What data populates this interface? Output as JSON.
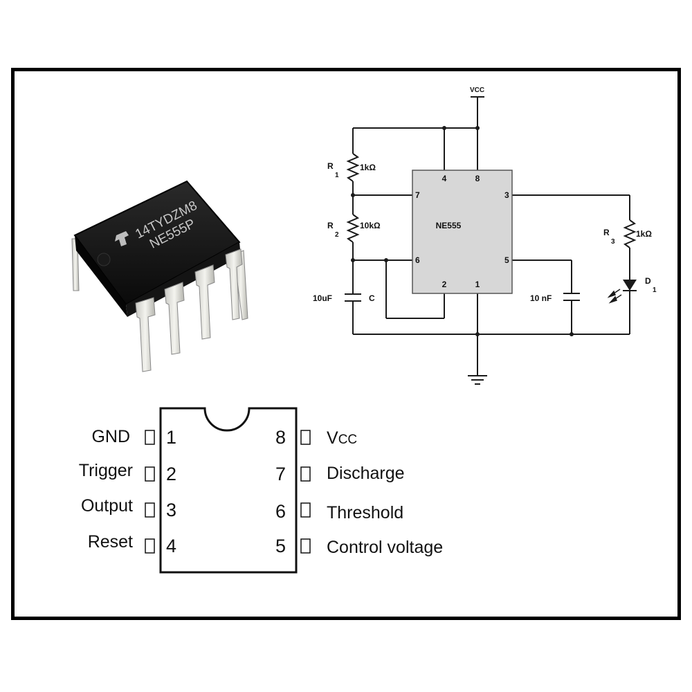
{
  "chip_photo": {
    "marking_line1": "14TYDZM8",
    "marking_line2": "NE555P"
  },
  "schematic": {
    "vcc_label": "VCC",
    "ic_label": "NE555",
    "pins": {
      "p4": "4",
      "p8": "8",
      "p7": "7",
      "p3": "3",
      "p6": "6",
      "p5": "5",
      "p2": "2",
      "p1": "1"
    },
    "r1": {
      "name": "R",
      "sub": "1",
      "value": "1kΩ"
    },
    "r2": {
      "name": "R",
      "sub": "2",
      "value": "10kΩ"
    },
    "r3": {
      "name": "R",
      "sub": "3",
      "value": "1kΩ"
    },
    "c1": {
      "value": "10uF",
      "name": "C"
    },
    "c2": {
      "value": "10 nF"
    },
    "d1": {
      "name": "D",
      "sub": "1"
    }
  },
  "pinout": {
    "left": [
      {
        "num": "1",
        "name": "GND"
      },
      {
        "num": "2",
        "name": "Trigger"
      },
      {
        "num": "3",
        "name": "Output"
      },
      {
        "num": "4",
        "name": "Reset"
      }
    ],
    "right": [
      {
        "num": "8",
        "name_main": "V",
        "name_sub": "CC"
      },
      {
        "num": "7",
        "name": "Discharge"
      },
      {
        "num": "6",
        "name": "Threshold"
      },
      {
        "num": "5",
        "name": "Control voltage"
      }
    ]
  }
}
